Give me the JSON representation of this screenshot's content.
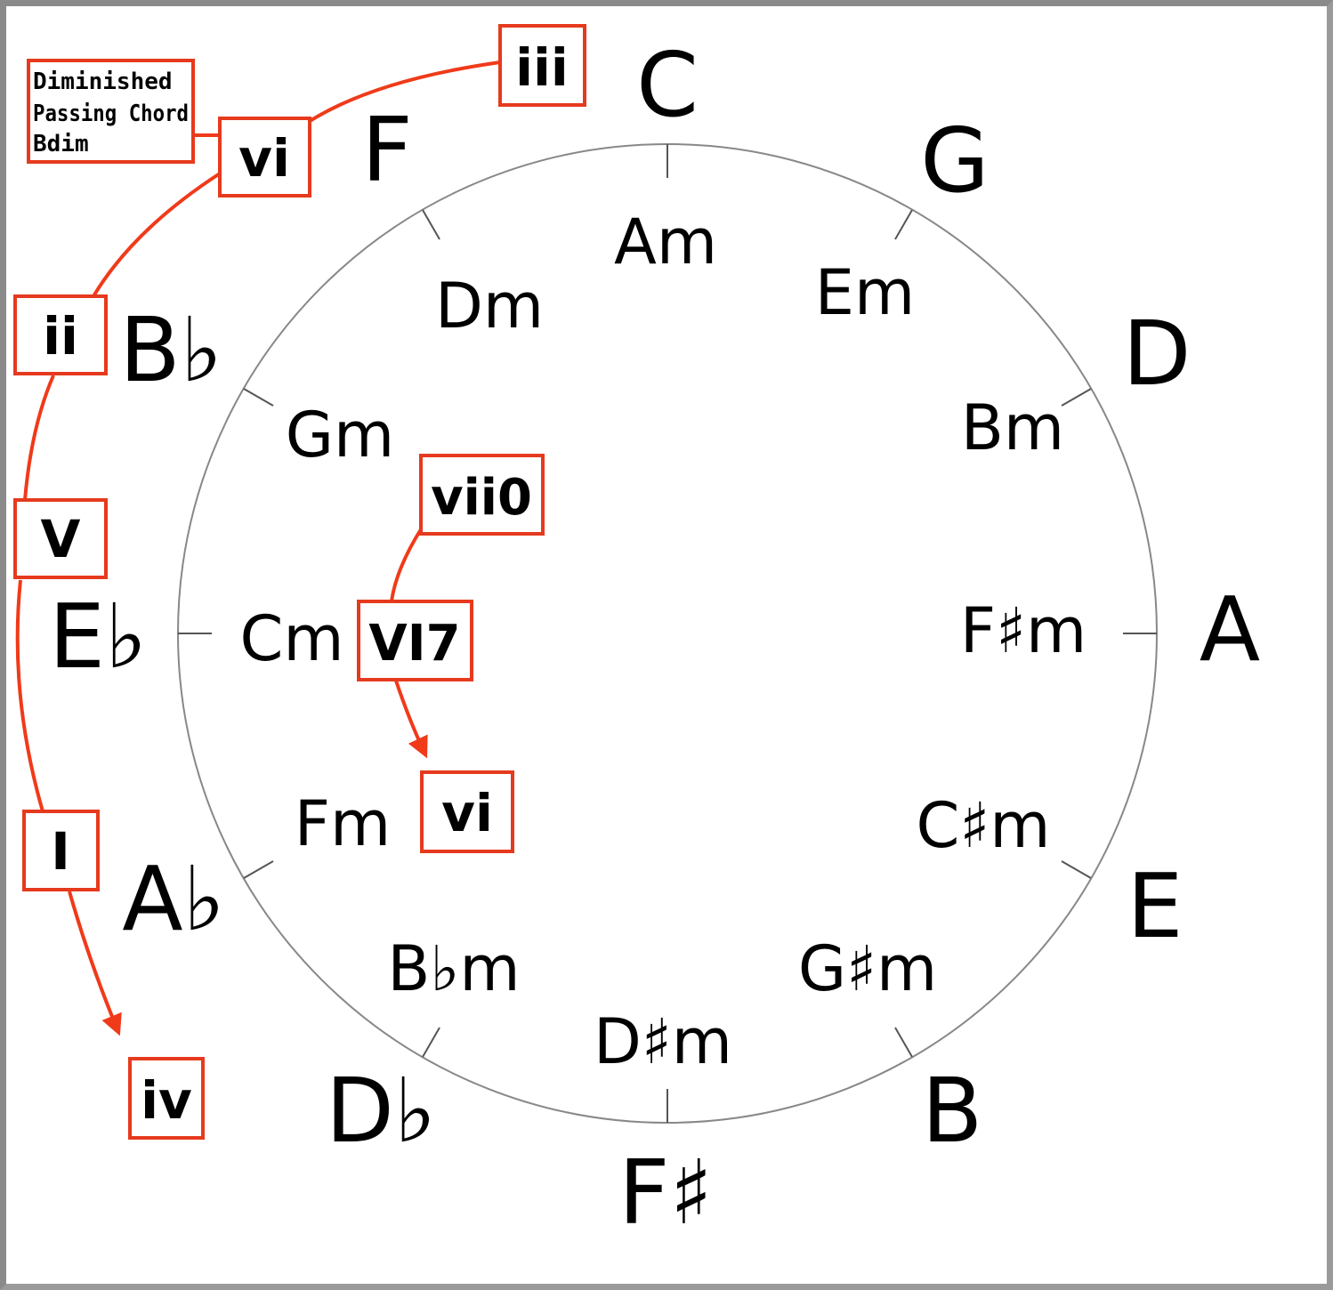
{
  "diagram": {
    "major_keys": [
      "C",
      "G",
      "D",
      "A",
      "E",
      "B",
      "F♯",
      "D♭",
      "A♭",
      "E♭",
      "B♭",
      "F"
    ],
    "minor_keys": [
      "Am",
      "Em",
      "Bm",
      "F♯m",
      "C♯m",
      "G♯m",
      "D♯m",
      "B♭m",
      "Fm",
      "Cm",
      "Gm",
      "Dm"
    ],
    "outer_progression": {
      "labels": [
        "iii",
        "vi",
        "ii",
        "V",
        "I",
        "iv"
      ],
      "note_lines": [
        "Diminished",
        "Passing Chord",
        "Bdim"
      ]
    },
    "inner_progression": {
      "labels": [
        "vii0",
        "VI7",
        "vi"
      ]
    },
    "colors": {
      "accent": "#f03a1a",
      "box_border": "#e63a1e",
      "circle_line": "#888888",
      "frame": "#8a8a8a"
    }
  }
}
